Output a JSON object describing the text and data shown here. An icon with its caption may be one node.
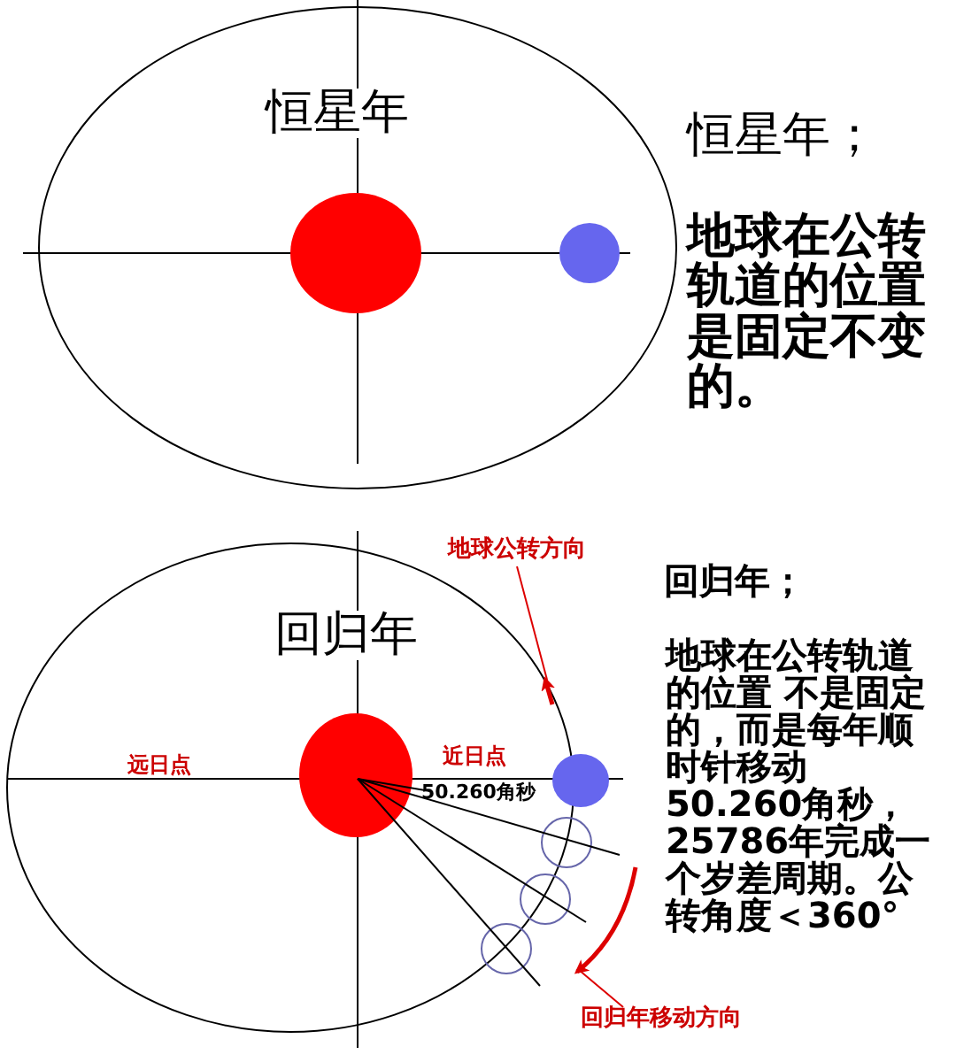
{
  "diagram": {
    "nodes": [
      {
        "text": [
          "地球公转方向"
        ]
      },
      {
        "text": [],
        "shape": "arrow"
      },
      {
        "text": [
          "回归年移动方向"
        ]
      },
      {
        "text": [],
        "shape": "arrow"
      }
    ],
    "edges": [
      {
        "from": 0,
        "to": 1,
        "arrow": "none"
      },
      {
        "from": 2,
        "to": 3,
        "arrow": "none"
      }
    ],
    "labels": [
      "恒星年",
      "恒星年；",
      "地球在公转轨道的位置是固定不变的。",
      "回归年；",
      "回归年",
      "地球在公转轨道的位置 不是固定的，而是每年顺时针移动50.260角秒，25786年完成一个岁差周期。公转角度＜360°",
      "远日点",
      "近日点",
      "50.260角秒"
    ]
  }
}
